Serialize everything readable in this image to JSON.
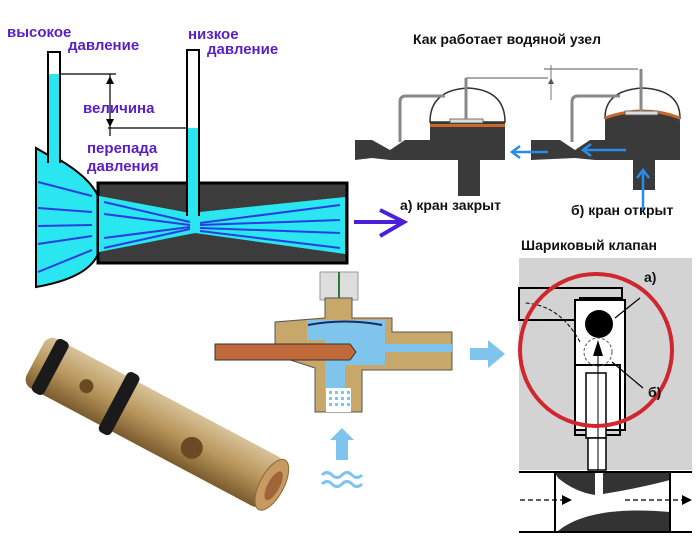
{
  "venturi": {
    "high_pressure_line1": "высокое",
    "high_pressure_line2": "давление",
    "low_pressure_line1": "низкое",
    "low_pressure_line2": "давление",
    "magnitude": "величина",
    "diff_line1": "перепада",
    "diff_line2": "давления"
  },
  "water_unit": {
    "title": "Как работает водяной узел",
    "state_closed": "а) кран закрыт",
    "state_open": "б) кран открыт"
  },
  "ball_valve": {
    "title": "Шариковый клапан",
    "label_a": "а)",
    "label_b": "б)"
  },
  "colors": {
    "fluid": "#29e6f0",
    "flow_arrow": "#2a3fe0",
    "label_purple": "#5a1fc4",
    "body_dark": "#3a3a3a",
    "brass": "#c8a76a",
    "water_blue": "#7fc4ec",
    "red_circle": "#d0262e",
    "membrane": "#c8692a"
  }
}
